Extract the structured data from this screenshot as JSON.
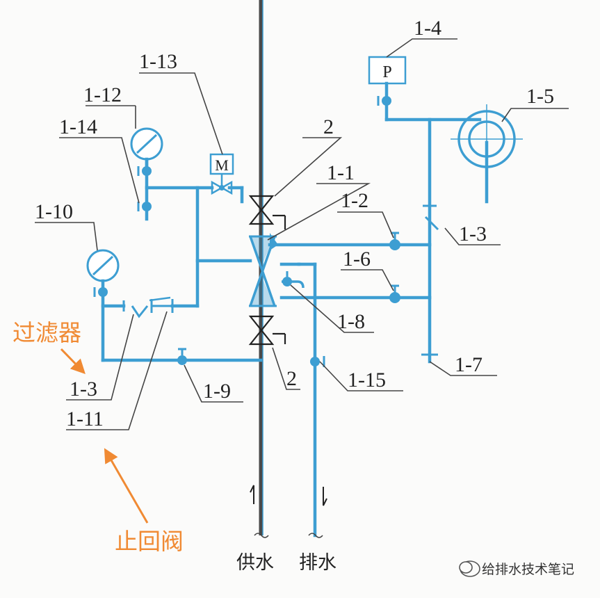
{
  "labels": {
    "l_1_1": "1-1",
    "l_1_2": "1-2",
    "l_1_3_right": "1-3",
    "l_1_3_left": "1-3",
    "l_1_4": "1-4",
    "l_1_5": "1-5",
    "l_1_6": "1-6",
    "l_1_7": "1-7",
    "l_1_8": "1-8",
    "l_1_9": "1-9",
    "l_1_10": "1-10",
    "l_1_11": "1-11",
    "l_1_12": "1-12",
    "l_1_13": "1-13",
    "l_1_14": "1-14",
    "l_1_15": "1-15",
    "l_2_top": "2",
    "l_2_bottom": "2"
  },
  "symbols": {
    "motor": "M",
    "pressure_switch": "P"
  },
  "bottom": {
    "supply": "供水",
    "drain": "排水"
  },
  "annotations": {
    "filter": "过滤器",
    "check_valve": "止回阀"
  },
  "watermark": "给排水技术笔记",
  "colors": {
    "pipe": "#3d9ed2",
    "annotation": "#f08a33",
    "main_pipe": "#444444"
  }
}
